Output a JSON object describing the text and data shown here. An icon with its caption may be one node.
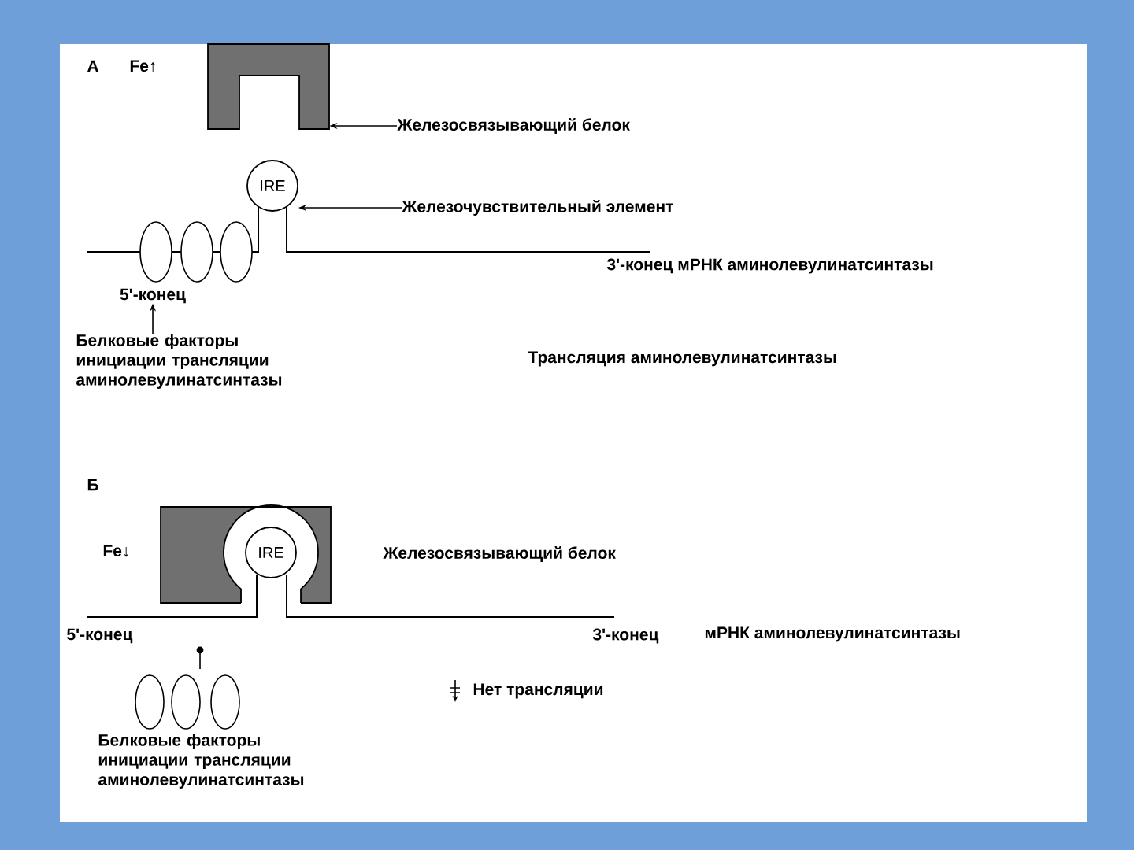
{
  "diagram": {
    "nodes": [
      {
        "text": [],
        "shape": "box"
      },
      {
        "text": [
          "Железосвязывающий белок"
        ]
      },
      {
        "text": [
          "IRE"
        ]
      },
      {
        "text": [
          "Железочувствительный элемент"
        ]
      },
      {
        "text": [],
        "shape": "ellipse"
      },
      {
        "text": [],
        "shape": "ellipse"
      },
      {
        "text": [],
        "shape": "ellipse"
      },
      {
        "text": [
          "5'-конец"
        ]
      },
      {
        "text": [
          "Белковые факторы инициации трансляции аминолевулинатсинтазы"
        ]
      },
      {
        "text": [],
        "shape": "box"
      },
      {
        "text": [
          "IRE"
        ],
        "in": 9
      },
      {
        "text": [],
        "shape": "ellipse"
      },
      {
        "text": [],
        "shape": "ellipse"
      },
      {
        "text": [],
        "shape": "ellipse"
      }
    ],
    "edges": [
      {
        "from": 1,
        "to": 0,
        "arrow": "to"
      },
      {
        "from": 3,
        "to": 2,
        "arrow": "to"
      },
      {
        "from": 8,
        "to": 7,
        "arrow": "to"
      }
    ],
    "labels": [
      "А",
      "Fe↑",
      "3'-конец мРНК аминолевулинатсинтазы",
      "Трансляция аминолевулинатсинтазы",
      "Б",
      "Fe↓",
      "Железосвязывающий белок",
      "5'-конец",
      "3'-конец",
      "мРНК аминолевулинатсинтазы",
      "Нет трансляции",
      "Белковые факторы инициации трансляции аминолевулинатсинтазы"
    ]
  }
}
